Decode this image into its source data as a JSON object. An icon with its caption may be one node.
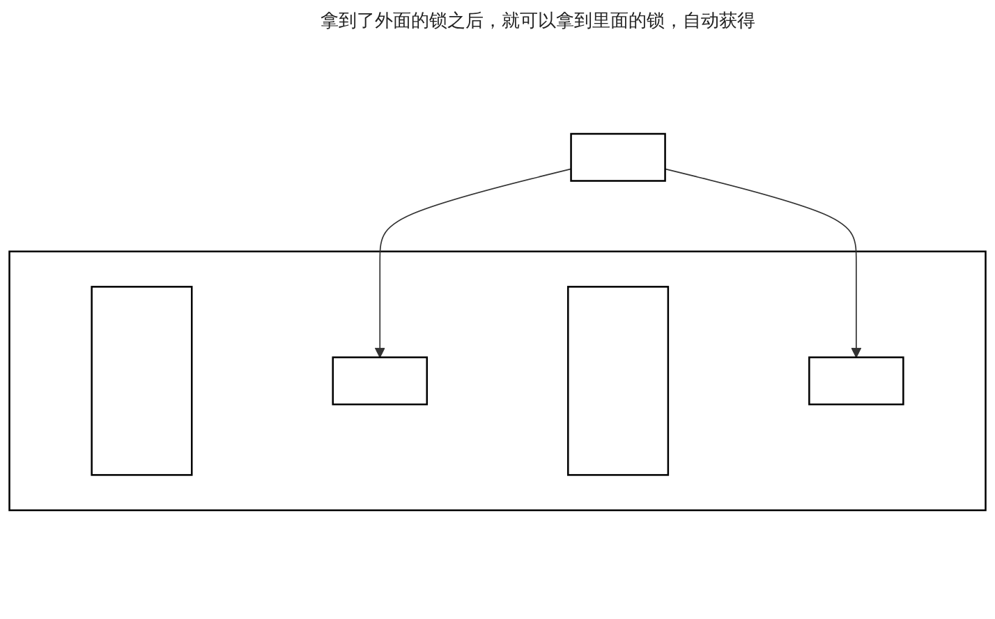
{
  "diagram": {
    "nodes": [
      {
        "text": [],
        "shape": "box"
      },
      {
        "text": [],
        "shape": "box"
      },
      {
        "text": [],
        "shape": "box",
        "in": 0
      },
      {
        "text": [],
        "shape": "box",
        "in": 0
      },
      {
        "text": [],
        "shape": "box",
        "in": 0
      },
      {
        "text": [],
        "shape": "box",
        "in": 0
      }
    ],
    "edges": [
      {
        "from": 1,
        "to": 3,
        "arrow": "to"
      },
      {
        "from": 1,
        "to": 5,
        "arrow": "to"
      }
    ],
    "labels": [
      "拿到了外面的锁之后，就可以拿到里面的锁，自动获得"
    ]
  }
}
